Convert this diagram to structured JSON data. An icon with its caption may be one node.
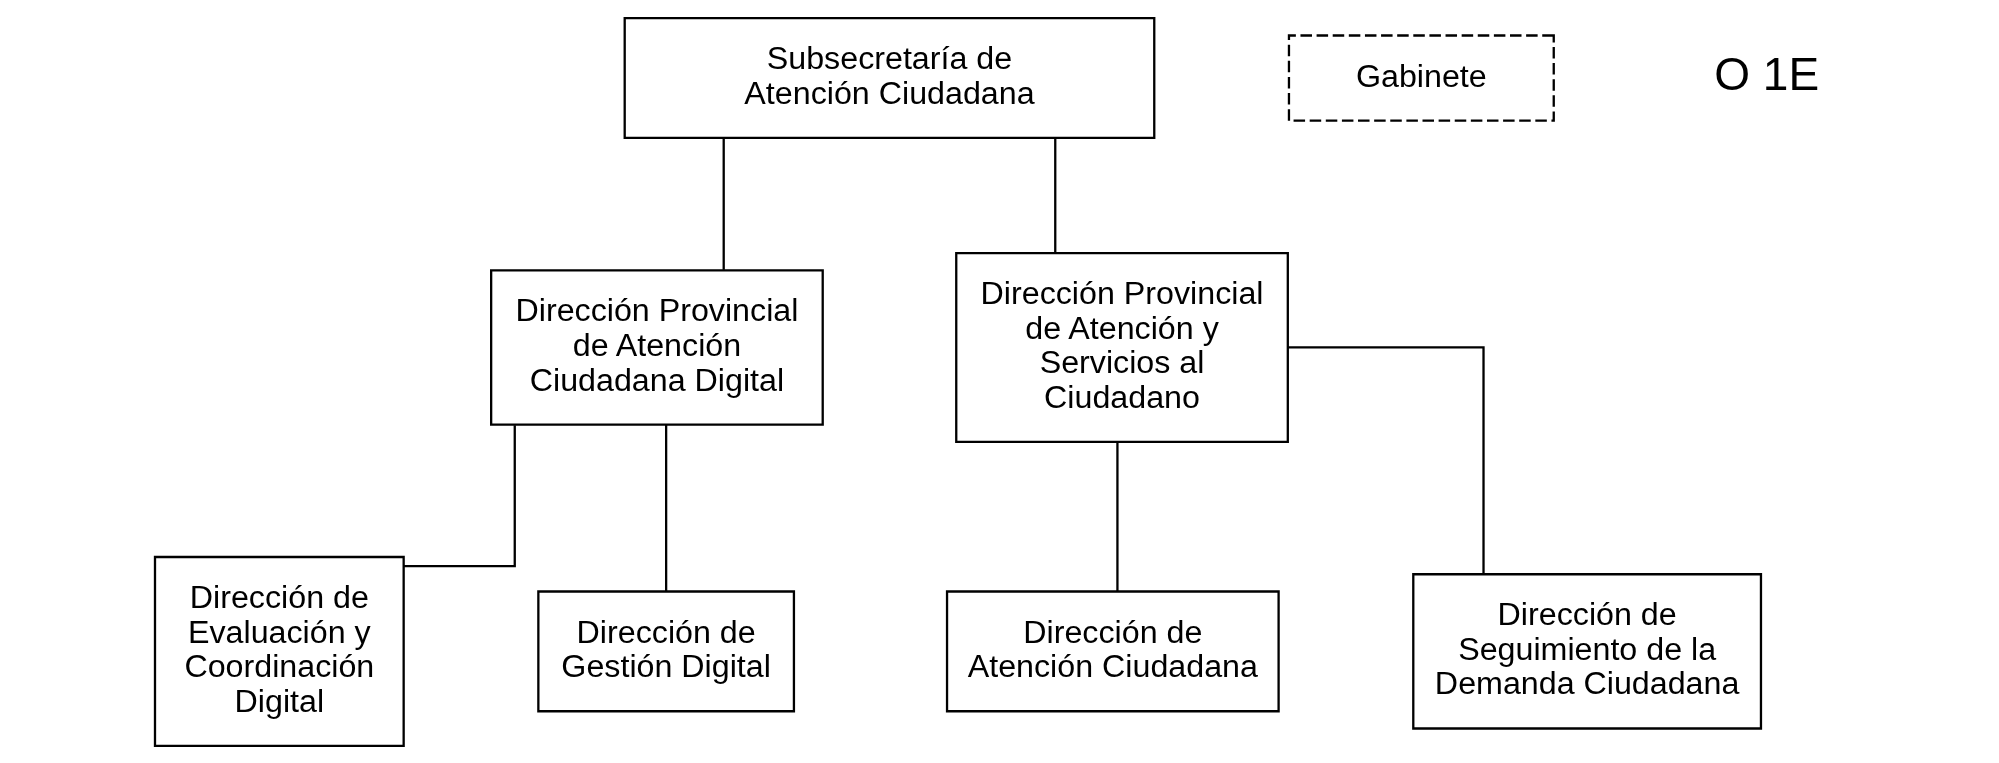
{
  "diagram": {
    "nodes": [
      {
        "text": [
          "Subsecretaría de Atención Ciudadana"
        ]
      },
      {
        "text": [
          "Gabinete"
        ]
      },
      {
        "text": [
          "Dirección Provincial de Atención Ciudadana Digital"
        ]
      },
      {
        "text": [
          "Dirección Provincial de Atención y Servicios al Ciudadano"
        ]
      },
      {
        "text": [
          "Dirección de Evaluación y Coordinación Digital"
        ]
      },
      {
        "text": [
          "Dirección de Gestión Digital"
        ]
      },
      {
        "text": [
          "Dirección de Atención Ciudadana"
        ]
      },
      {
        "text": [
          "Dirección de Seguimiento de la Demanda Ciudadana"
        ]
      }
    ],
    "edges": [
      {
        "from": 0,
        "to": 2,
        "arrow": "none"
      },
      {
        "from": 0,
        "to": 3,
        "arrow": "none"
      },
      {
        "from": 2,
        "to": 4,
        "arrow": "none"
      },
      {
        "from": 2,
        "to": 5,
        "arrow": "none"
      },
      {
        "from": 3,
        "to": 6,
        "arrow": "none"
      },
      {
        "from": 3,
        "to": 7,
        "arrow": "none"
      }
    ],
    "labels": [
      "O 1E"
    ]
  }
}
